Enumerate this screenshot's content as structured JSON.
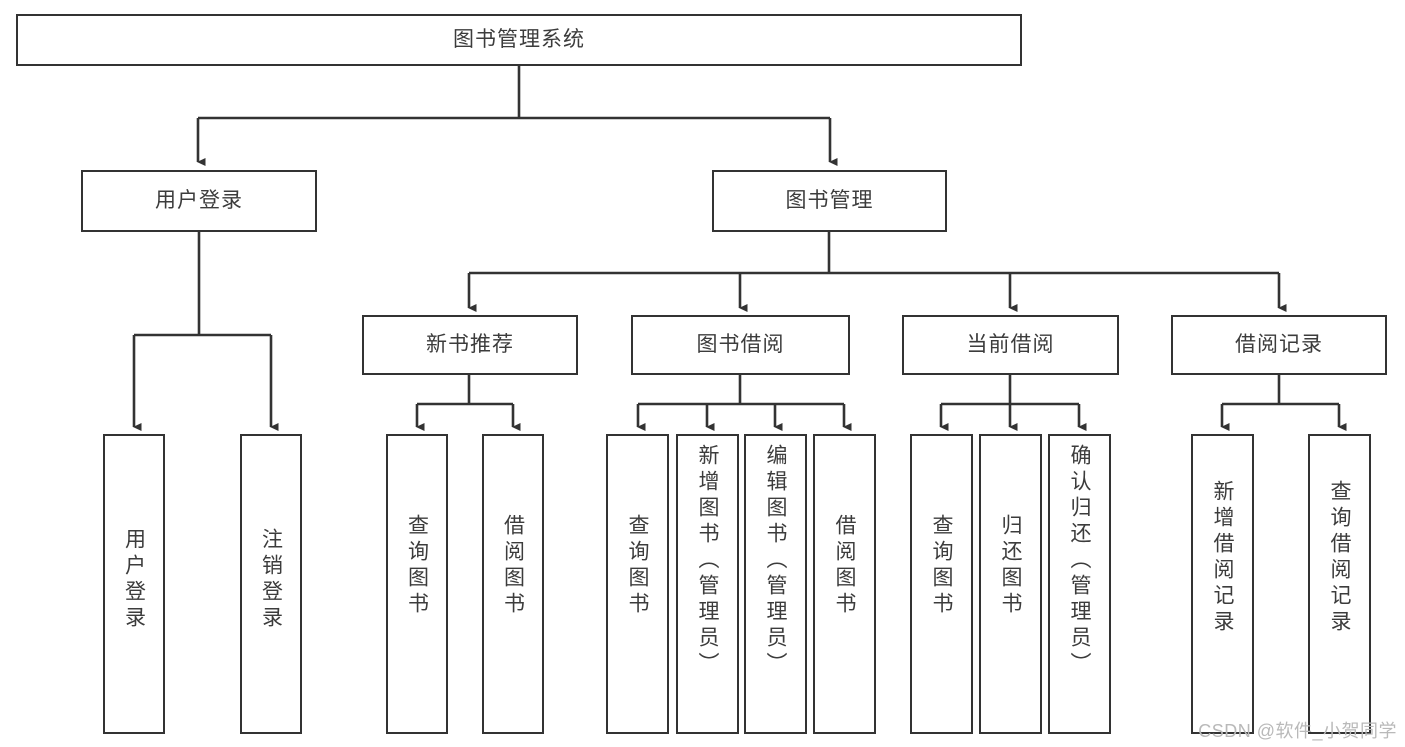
{
  "diagram": {
    "title": "图书管理系统",
    "type": "hierarchy-tree",
    "colors": {
      "box_border": "#333333",
      "box_fill": "#ffffff",
      "text": "#3c3c3c",
      "edge": "#333333",
      "watermark": "#b9b9b9",
      "background": "#ffffff"
    },
    "root": {
      "label": "图书管理系统"
    },
    "level2": [
      {
        "label": "用户登录"
      },
      {
        "label": "图书管理"
      }
    ],
    "level3": [
      {
        "label": "新书推荐"
      },
      {
        "label": "图书借阅"
      },
      {
        "label": "当前借阅"
      },
      {
        "label": "借阅记录"
      }
    ],
    "leaves": {
      "user_login": [
        {
          "label": "用户登录"
        },
        {
          "label": "注销登录"
        }
      ],
      "new_book_recommend": [
        {
          "label": "查询图书"
        },
        {
          "label": "借阅图书"
        }
      ],
      "book_borrow": [
        {
          "label": "查询图书"
        },
        {
          "label": "新增图书（管理员）"
        },
        {
          "label": "编辑图书（管理员）"
        },
        {
          "label": "借阅图书"
        }
      ],
      "current_borrow": [
        {
          "label": "查询图书"
        },
        {
          "label": "归还图书"
        },
        {
          "label": "确认归还（管理员）"
        }
      ],
      "borrow_record": [
        {
          "label": "新增借阅记录"
        },
        {
          "label": "查询借阅记录"
        }
      ]
    }
  },
  "watermark": {
    "text": "CSDN @软件_小贺同学"
  }
}
